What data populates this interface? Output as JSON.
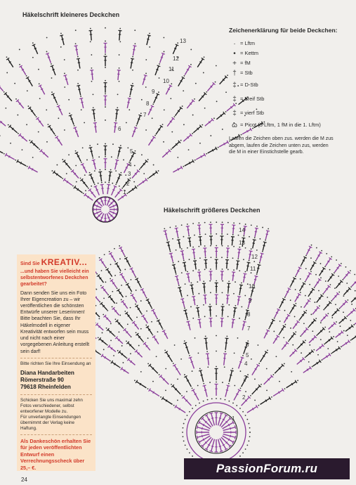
{
  "small_chart": {
    "title": "Häkelschrift kleineres Deckchen",
    "rounds": [
      "1",
      "2",
      "3",
      "4",
      "5",
      "6",
      "7",
      "8",
      "9",
      "10",
      "11",
      "12",
      "13"
    ]
  },
  "large_chart": {
    "title": "Häkelschrift größeres Deckchen",
    "rounds": [
      "1",
      "2",
      "3",
      "4",
      "5",
      "6",
      "7",
      "8",
      "9",
      "10",
      "11",
      "12",
      "13",
      "14"
    ]
  },
  "legend": {
    "title": "Zeichenerklärung für beide Deckchen:",
    "items": [
      {
        "icon": "chain-symbol",
        "glyph": "·",
        "label": "= Lftm"
      },
      {
        "icon": "slip-stitch-symbol",
        "glyph": "•",
        "label": "= Kettm"
      },
      {
        "icon": "single-crochet-symbol",
        "glyph": "+",
        "label": "= fM"
      },
      {
        "icon": "treble-symbol",
        "glyph": "†",
        "label": "= Stb"
      },
      {
        "icon": "double-treble-symbol",
        "glyph": "‡",
        "label": "= D-Stb"
      },
      {
        "icon": "triple-treble-symbol",
        "glyph": "‡",
        "label": "= dreif Stb"
      },
      {
        "icon": "quad-treble-symbol",
        "glyph": "‡",
        "label": "= vierf Stb"
      },
      {
        "icon": "picot-symbol",
        "glyph": "ɷ",
        "label": "= Picot (3 Lftm, 1 fM in die 1. Lftm)"
      }
    ],
    "note": "Laufen die Zeichen oben zus. werden die M zus abgem, laufen die Zeichen unten zus, werden die M in einer Einstichstelle gearb."
  },
  "info_box": {
    "line1_prefix": "Sind Sie",
    "line1_highlight": "KREATIV...",
    "line2": "...und haben Sie vielleicht ein selbstentworfenes Deckchen gearbeitet?",
    "body": "Dann senden Sie uns ein Foto Ihrer Eigencreation zu – wir veröffentlichen die schönsten Entwürfe unserer Leserinnen! Bitte beachten Sie, dass Ihr Häkelmodell in eigener Kreativität entworfen sein muss und nicht nach einer vorgegebenen Anleitung erstellt sein darf!",
    "address_intro": "Bitte richten Sie Ihre Einsendung an",
    "address_line1": "Diana Handarbeiten",
    "address_line2": "Römerstraße 90",
    "address_line3": "79618 Rheinfelden",
    "fine_print1": "Schicken Sie uns maximal zehn Fotos verschiedener, selbst entworfener Modelle zu.",
    "fine_print2": "Für unverlangte Einsendungen übernimmt der Verlag keine Haftung.",
    "reward": "Als Dankeschön erhalten Sie für jeden veröffentlichten Entwurf einen Verrechnungsscheck über 25,– €."
  },
  "page_number": "24",
  "watermark": "PassionForum.ru",
  "colors": {
    "purple": "#8a3c9a",
    "black": "#1e1e1e",
    "box": "#fbe3c8",
    "accent": "#d23a2a"
  }
}
